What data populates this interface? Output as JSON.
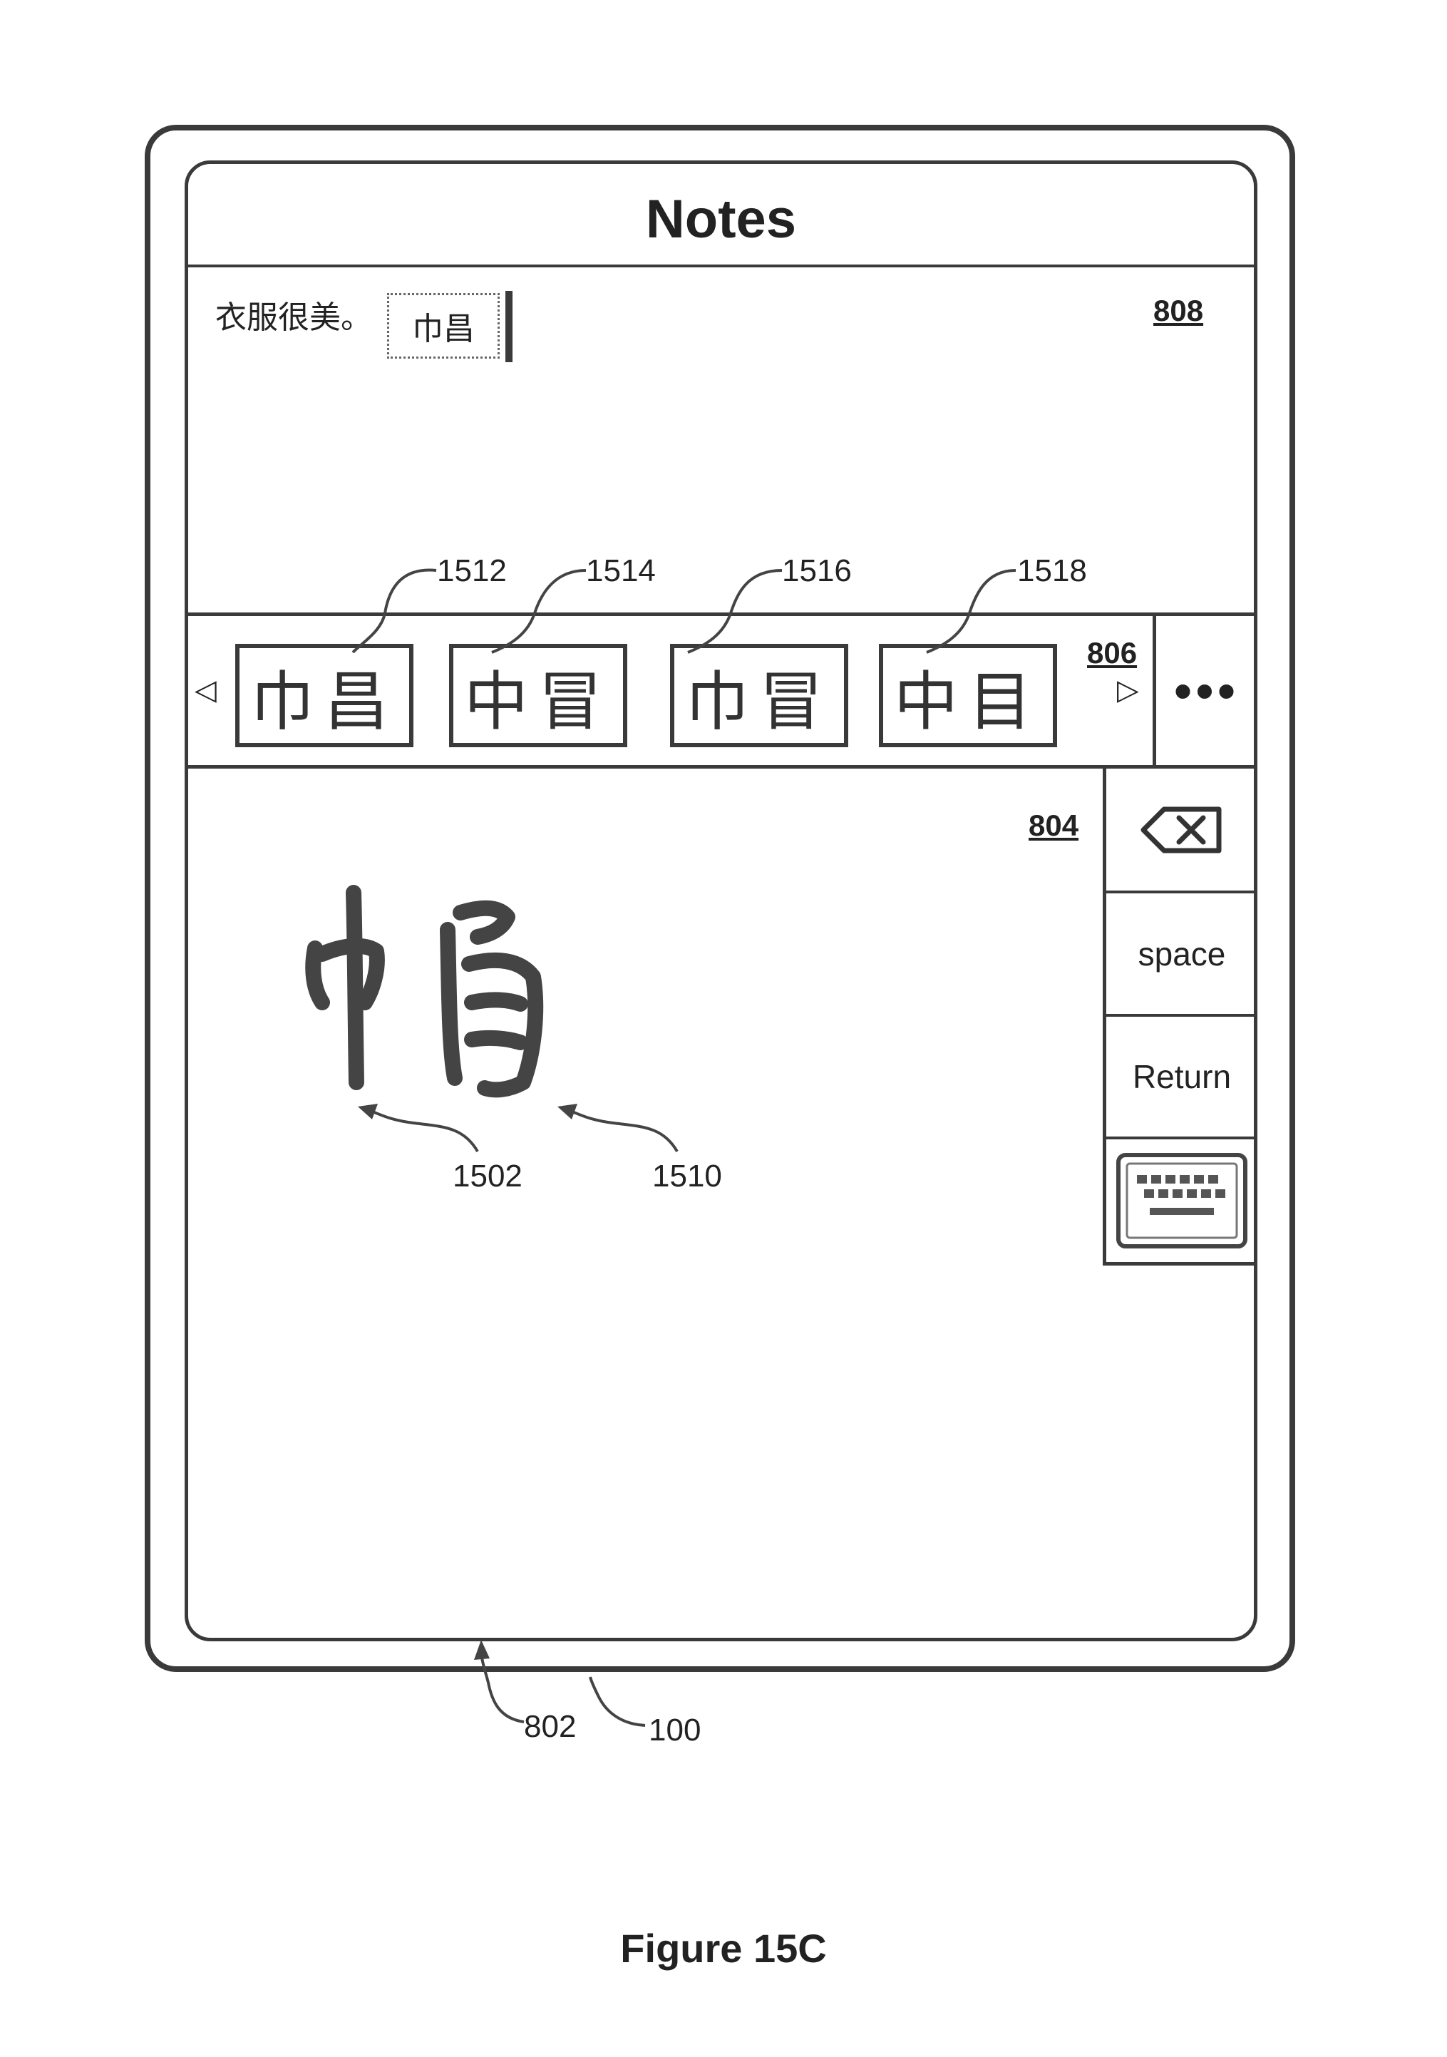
{
  "app": {
    "title": "Notes"
  },
  "text_area": {
    "committed_text": "衣服很美。",
    "marked_text": "巾昌",
    "ref": "808"
  },
  "candidate_bar": {
    "ref": "806",
    "left_arrow": "◁",
    "right_arrow": "▷",
    "more_label": "•••",
    "candidates": [
      {
        "text": "巾昌",
        "ref": "1512"
      },
      {
        "text": "中冒",
        "ref": "1514"
      },
      {
        "text": "巾冒",
        "ref": "1516"
      },
      {
        "text": "中目",
        "ref": "1518"
      }
    ]
  },
  "writing_area": {
    "ref": "804",
    "ink_refs": [
      "1502",
      "1510"
    ]
  },
  "side_keys": {
    "delete_icon": "delete-icon",
    "space_label": "space",
    "return_label": "Return",
    "keyboard_icon": "keyboard-icon"
  },
  "device_refs": {
    "screen": "802",
    "device": "100"
  },
  "caption": "Figure 15C"
}
